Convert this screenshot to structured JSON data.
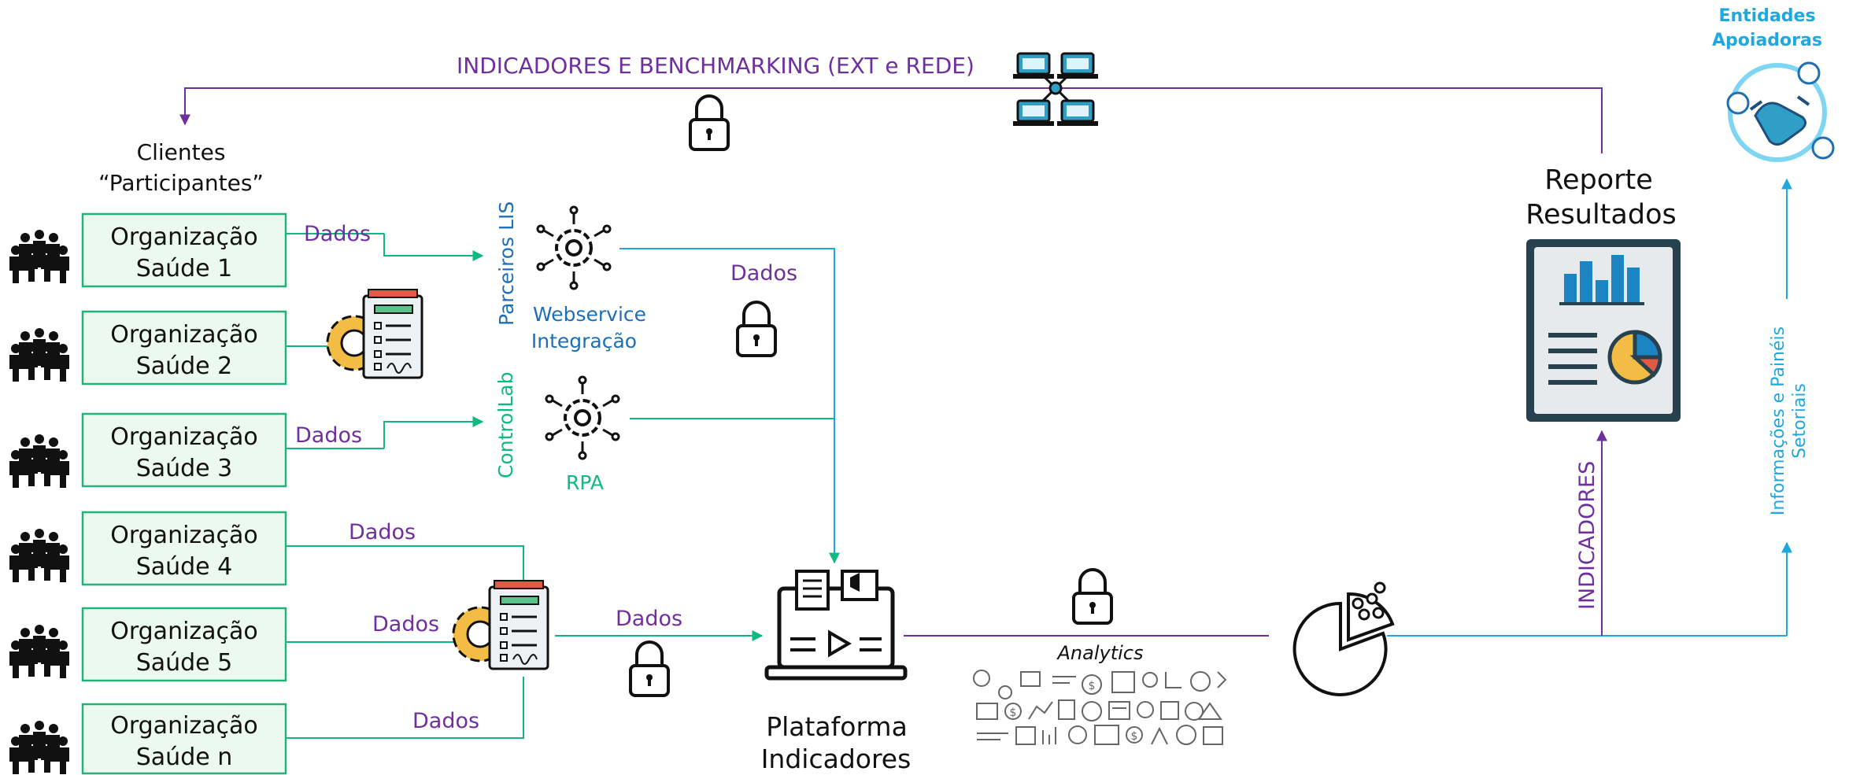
{
  "colors": {
    "purple": "#6f2f9f",
    "teal": "#10b981",
    "blue": "#1f6fb5",
    "cyan": "#1fa8e0",
    "dark": "#111111",
    "org_box_fill": "#ecf9f1",
    "org_box_border": "#21b37a",
    "report_bg": "#e7eaec",
    "report_frame": "#27414f",
    "chart_blue": "#1d84c4",
    "chart_yellow": "#f3bd45",
    "chart_red": "#e05a45"
  },
  "top_flow": {
    "label": "INDICADORES E BENCHMARKING (EXT e REDE)",
    "icon": "network-icon",
    "lock_icon": "lock-icon"
  },
  "supporters": {
    "label_line1": "Entidades",
    "label_line2": "Apoiadoras",
    "icon": "handshake-icon"
  },
  "clients": {
    "line1": "Clientes",
    "line2": "“Participantes”"
  },
  "organizations": [
    {
      "line1": "Organização",
      "line2": "Saúde 1"
    },
    {
      "line1": "Organização",
      "line2": "Saúde 2"
    },
    {
      "line1": "Organização",
      "line2": "Saúde 3"
    },
    {
      "line1": "Organização",
      "line2": "Saúde 4"
    },
    {
      "line1": "Organização",
      "line2": "Saúde 5"
    },
    {
      "line1": "Organização",
      "line2": "Saúde n"
    }
  ],
  "data_labels": {
    "org1": "Dados",
    "org3": "Dados",
    "webservice": "Dados",
    "org4": "Dados",
    "org5": "Dados",
    "orgn": "Dados",
    "to_platform": "Dados"
  },
  "integrations": {
    "lis": {
      "partner_label": "Parceiros LIS",
      "line1": "Webservice",
      "line2": "Integração",
      "icon": "gear-network-icon"
    },
    "rpa": {
      "partner_label": "ControlLab",
      "line1": "RPA",
      "icon": "gear-network-icon"
    }
  },
  "platform": {
    "line1": "Plataforma",
    "line2": "Indicadores",
    "icon": "laptop-dashboard-icon"
  },
  "analytics": {
    "label": "Analytics",
    "icon": "analytics-doodles-icon"
  },
  "report": {
    "line1": "Reporte",
    "line2": "Resultados",
    "icon": "report-chart-icon"
  },
  "indicators_label": "INDICADORES",
  "sector_info": {
    "line1": "Informações e Painéis",
    "line2": "Setoriais"
  }
}
